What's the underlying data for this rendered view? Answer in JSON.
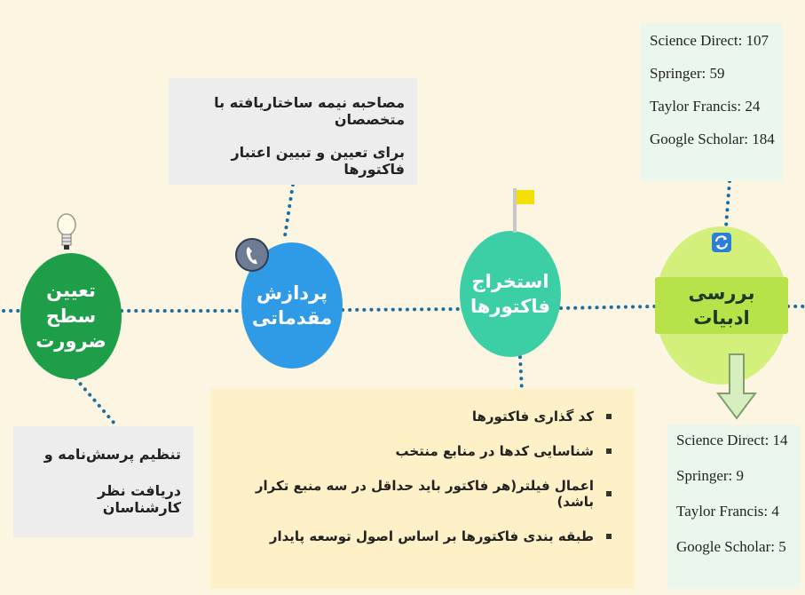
{
  "nodes": {
    "necessity": {
      "line1": "تعیین سطح",
      "line2": "ضرورت"
    },
    "preprocess": {
      "line1": "پردازش",
      "line2": "مقدماتی"
    },
    "extract": {
      "line1": "استخراج",
      "line2": "فاکتورها"
    },
    "review": {
      "label": "بررسی ادبیات"
    }
  },
  "interview_box": {
    "line1": "مصاحبه نیمه ساختاریافته با متخصصان",
    "line2": "برای تعیین و تبیین اعتبار فاکتورها"
  },
  "questionnaire_box": {
    "line1": "تنظیم پرسش‌نامه و",
    "line2": "دریافت نظر کارشناسان"
  },
  "refs_top": [
    "Science Direct: 107",
    "Springer: 59",
    "Taylor Francis: 24",
    "Google Scholar: 184"
  ],
  "refs_bottom": [
    "Science Direct: 14",
    "Springer: 9",
    "Taylor Francis: 4",
    "Google Scholar: 5"
  ],
  "steps": [
    "کد گذاری فاکتورها",
    "شناسایی کدها در منابع منتخب",
    "اعمال فیلتر(هر فاکتور باید حداقل در سه منبع تکرار باشد)",
    "طبقه بندی فاکتورها بر اساس اصول توسعه پایدار"
  ],
  "icons": {
    "bulb": "lightbulb-icon",
    "phone": "phone-icon",
    "flag": "flag-icon",
    "refresh": "refresh-icon",
    "arrow": "arrow-down-icon"
  },
  "colors": {
    "background": "#fbf5e2",
    "necessity": "#1e9e49",
    "preprocess": "#2f9be6",
    "extract": "#3ccfa6",
    "review": "#d3f07c",
    "connector": "#1b6fa0"
  }
}
